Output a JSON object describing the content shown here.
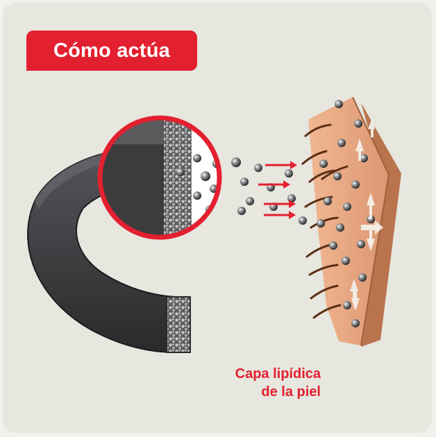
{
  "badge": {
    "label": "Cómo actúa"
  },
  "caption": {
    "line1": "Capa lipídica",
    "line2": "de la piel"
  },
  "colors": {
    "accent": "#e3202f",
    "skin": "#e2a27c",
    "skin_dark": "#b9744d",
    "band": "#3a3a3c",
    "background": "#e7e6df"
  }
}
